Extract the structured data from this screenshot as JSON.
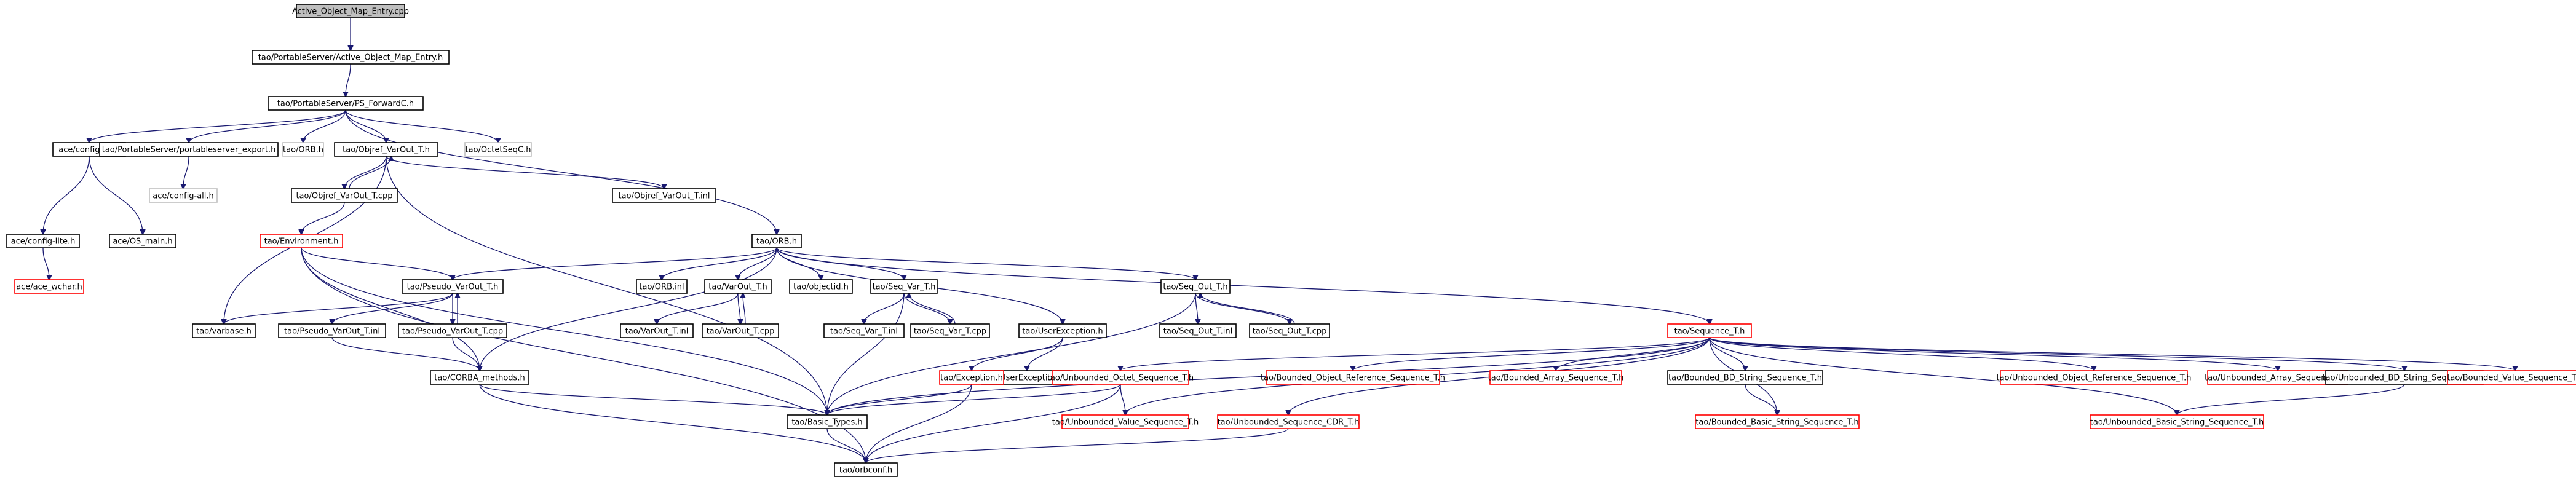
{
  "diagram": {
    "colors": {
      "root_fill": "#bfbfbf",
      "normal_border": "#000000",
      "missing_border": "#ff0000",
      "external_border": "#bfbfbf",
      "edge": "#191970",
      "text": "#000000"
    },
    "nodes": [
      {
        "id": "n0",
        "label": "Active_Object_Map_Entry.cpp",
        "kind": "root"
      },
      {
        "id": "n1",
        "label": "tao/PortableServer/Active_Object_Map_Entry.h",
        "kind": "normal"
      },
      {
        "id": "n2",
        "label": "tao/PortableServer/PS_ForwardC.h",
        "kind": "normal"
      },
      {
        "id": "n3",
        "label": "ace/config-all.h",
        "kind": "normal"
      },
      {
        "id": "n4",
        "label": "tao/PortableServer/portableserver_export.h",
        "kind": "normal"
      },
      {
        "id": "n5",
        "label": "tao/ORB.h",
        "kind": "external"
      },
      {
        "id": "n6",
        "label": "tao/Objref_VarOut_T.h",
        "kind": "normal"
      },
      {
        "id": "n7",
        "label": "tao/OctetSeqC.h",
        "kind": "external"
      },
      {
        "id": "n8",
        "label": "ace/config-all.h",
        "kind": "external"
      },
      {
        "id": "n9",
        "label": "tao/Objref_VarOut_T.cpp",
        "kind": "normal"
      },
      {
        "id": "n10",
        "label": "tao/Objref_VarOut_T.inl",
        "kind": "normal"
      },
      {
        "id": "n11",
        "label": "ace/config-lite.h",
        "kind": "normal"
      },
      {
        "id": "n12",
        "label": "ace/OS_main.h",
        "kind": "normal"
      },
      {
        "id": "n13",
        "label": "ace/ace_wchar.h",
        "kind": "missing"
      },
      {
        "id": "n14",
        "label": "tao/Environment.h",
        "kind": "missing"
      },
      {
        "id": "n15",
        "label": "tao/ORB.h",
        "kind": "normal"
      },
      {
        "id": "n16",
        "label": "tao/Pseudo_VarOut_T.h",
        "kind": "normal"
      },
      {
        "id": "n17",
        "label": "tao/varbase.h",
        "kind": "normal"
      },
      {
        "id": "n18",
        "label": "tao/Pseudo_VarOut_T.inl",
        "kind": "normal"
      },
      {
        "id": "n19",
        "label": "tao/Pseudo_VarOut_T.cpp",
        "kind": "normal"
      },
      {
        "id": "n20",
        "label": "tao/CORBA_methods.h",
        "kind": "normal"
      },
      {
        "id": "n21",
        "label": "tao/ORB.inl",
        "kind": "normal"
      },
      {
        "id": "n22",
        "label": "tao/VarOut_T.h",
        "kind": "normal"
      },
      {
        "id": "n23",
        "label": "tao/VarOut_T.inl",
        "kind": "normal"
      },
      {
        "id": "n24",
        "label": "tao/VarOut_T.cpp",
        "kind": "normal"
      },
      {
        "id": "n25",
        "label": "tao/objectid.h",
        "kind": "normal"
      },
      {
        "id": "n26",
        "label": "tao/Seq_Var_T.h",
        "kind": "normal"
      },
      {
        "id": "n27",
        "label": "tao/Seq_Var_T.inl",
        "kind": "normal"
      },
      {
        "id": "n28",
        "label": "tao/Seq_Var_T.cpp",
        "kind": "normal"
      },
      {
        "id": "n29",
        "label": "tao/UserException.h",
        "kind": "normal"
      },
      {
        "id": "n30",
        "label": "tao/UserException.inl",
        "kind": "normal"
      },
      {
        "id": "n31",
        "label": "tao/Exception.h",
        "kind": "missing"
      },
      {
        "id": "n32",
        "label": "tao/Basic_Types.h",
        "kind": "normal"
      },
      {
        "id": "n33",
        "label": "tao/orbconf.h",
        "kind": "normal"
      },
      {
        "id": "n34",
        "label": "tao/Seq_Out_T.h",
        "kind": "normal"
      },
      {
        "id": "n35",
        "label": "tao/Seq_Out_T.inl",
        "kind": "normal"
      },
      {
        "id": "n36",
        "label": "tao/Seq_Out_T.cpp",
        "kind": "normal"
      },
      {
        "id": "n37",
        "label": "tao/Sequence_T.h",
        "kind": "missing"
      },
      {
        "id": "n38",
        "label": "tao/Unbounded_Octet_Sequence_T.h",
        "kind": "missing"
      },
      {
        "id": "n39",
        "label": "tao/Unbounded_Value_Sequence_T.h",
        "kind": "missing"
      },
      {
        "id": "n40",
        "label": "tao/Unbounded_Sequence_CDR_T.h",
        "kind": "missing"
      },
      {
        "id": "n41",
        "label": "tao/Bounded_Object_Reference_Sequence_T.h",
        "kind": "missing"
      },
      {
        "id": "n42",
        "label": "tao/Bounded_Array_Sequence_T.h",
        "kind": "missing"
      },
      {
        "id": "n43",
        "label": "tao/Bounded_BD_String_Sequence_T.h",
        "kind": "normal"
      },
      {
        "id": "n44",
        "label": "tao/Bounded_Basic_String_Sequence_T.h",
        "kind": "missing"
      },
      {
        "id": "n45",
        "label": "tao/Unbounded_Object_Reference_Sequence_T.h",
        "kind": "missing"
      },
      {
        "id": "n46",
        "label": "tao/Unbounded_Array_Sequence_T.h",
        "kind": "missing"
      },
      {
        "id": "n47",
        "label": "tao/Unbounded_BD_String_Sequence_T.h",
        "kind": "normal"
      },
      {
        "id": "n48",
        "label": "tao/Unbounded_Basic_String_Sequence_T.h",
        "kind": "missing"
      },
      {
        "id": "n49",
        "label": "tao/Bounded_Value_Sequence_T.h",
        "kind": "missing"
      }
    ],
    "edges": [
      [
        "n0",
        "n1"
      ],
      [
        "n1",
        "n2"
      ],
      [
        "n2",
        "n3"
      ],
      [
        "n2",
        "n4"
      ],
      [
        "n2",
        "n5"
      ],
      [
        "n2",
        "n6"
      ],
      [
        "n2",
        "n7"
      ],
      [
        "n2",
        "n15"
      ],
      [
        "n4",
        "n3"
      ],
      [
        "n4",
        "n8"
      ],
      [
        "n3",
        "n11"
      ],
      [
        "n3",
        "n12"
      ],
      [
        "n11",
        "n13"
      ],
      [
        "n6",
        "n9"
      ],
      [
        "n9",
        "n6"
      ],
      [
        "n6",
        "n10"
      ],
      [
        "n6",
        "n17"
      ],
      [
        "n6",
        "n32"
      ],
      [
        "n9",
        "n14"
      ],
      [
        "n14",
        "n16"
      ],
      [
        "n14",
        "n20"
      ],
      [
        "n14",
        "n32"
      ],
      [
        "n14",
        "n33"
      ],
      [
        "n15",
        "n16"
      ],
      [
        "n15",
        "n21"
      ],
      [
        "n15",
        "n22"
      ],
      [
        "n15",
        "n25"
      ],
      [
        "n15",
        "n26"
      ],
      [
        "n15",
        "n29"
      ],
      [
        "n15",
        "n34"
      ],
      [
        "n15",
        "n37"
      ],
      [
        "n15",
        "n20"
      ],
      [
        "n16",
        "n17"
      ],
      [
        "n16",
        "n18"
      ],
      [
        "n16",
        "n19"
      ],
      [
        "n19",
        "n16"
      ],
      [
        "n18",
        "n20"
      ],
      [
        "n19",
        "n20"
      ],
      [
        "n20",
        "n32"
      ],
      [
        "n20",
        "n33"
      ],
      [
        "n22",
        "n23"
      ],
      [
        "n22",
        "n24"
      ],
      [
        "n24",
        "n22"
      ],
      [
        "n26",
        "n27"
      ],
      [
        "n26",
        "n28"
      ],
      [
        "n28",
        "n26"
      ],
      [
        "n26",
        "n32"
      ],
      [
        "n29",
        "n30"
      ],
      [
        "n29",
        "n31"
      ],
      [
        "n31",
        "n32"
      ],
      [
        "n31",
        "n33"
      ],
      [
        "n32",
        "n33"
      ],
      [
        "n34",
        "n35"
      ],
      [
        "n34",
        "n36"
      ],
      [
        "n36",
        "n34"
      ],
      [
        "n34",
        "n32"
      ],
      [
        "n37",
        "n38"
      ],
      [
        "n37",
        "n39"
      ],
      [
        "n37",
        "n40"
      ],
      [
        "n37",
        "n41"
      ],
      [
        "n37",
        "n42"
      ],
      [
        "n37",
        "n43"
      ],
      [
        "n37",
        "n44"
      ],
      [
        "n37",
        "n45"
      ],
      [
        "n37",
        "n46"
      ],
      [
        "n37",
        "n47"
      ],
      [
        "n37",
        "n48"
      ],
      [
        "n37",
        "n49"
      ],
      [
        "n37",
        "n32"
      ],
      [
        "n38",
        "n39"
      ],
      [
        "n38",
        "n32"
      ],
      [
        "n38",
        "n33"
      ],
      [
        "n40",
        "n33"
      ],
      [
        "n43",
        "n44"
      ],
      [
        "n47",
        "n48"
      ]
    ]
  }
}
